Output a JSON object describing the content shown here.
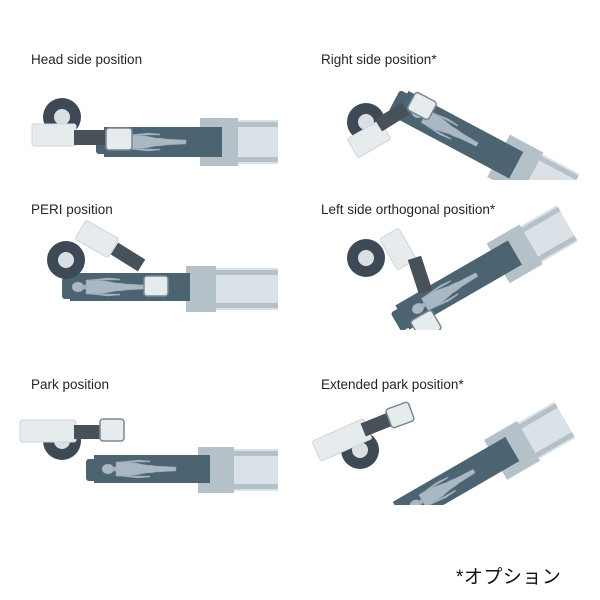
{
  "positions": [
    {
      "label": "Head side position"
    },
    {
      "label": "Right side position*"
    },
    {
      "label": "PERI position"
    },
    {
      "label": "Left side orthogonal position*"
    },
    {
      "label": "Park position"
    },
    {
      "label": "Extended park position*"
    }
  ],
  "footnote": "*オプション",
  "colors": {
    "table_dark": "#4c6372",
    "table_light": "#dbe2e7",
    "table_mid": "#b5c1c9",
    "patient": "#a9b8c2",
    "arm_light": "#e6ebee",
    "arm_dark": "#47515a",
    "wheel_dark": "#3d4a55",
    "wheel_light": "#d9dfe3"
  }
}
